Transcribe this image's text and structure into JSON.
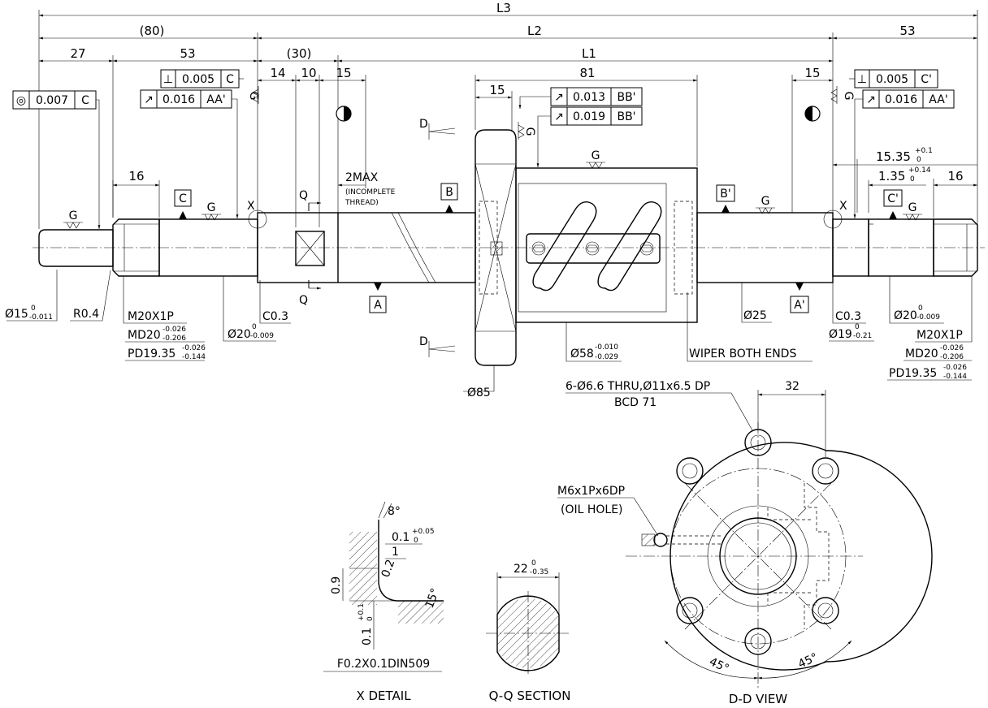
{
  "dimensions": {
    "L3": "L3",
    "L2": "L2",
    "L1": "L1",
    "d80": "(80)",
    "d53a": "53",
    "d53b": "53",
    "d27": "27",
    "d30": "(30)",
    "d14": "14",
    "d10": "10",
    "d15a": "15",
    "d15b": "15",
    "d15c": "15",
    "d81": "81",
    "d16a": "16",
    "d16b": "16",
    "d32": "32",
    "d1535": "15.35",
    "d1535_tol_up": "+0.1",
    "d1535_tol_lo": "0",
    "d135": "1.35",
    "d135_tol_up": "+0.14",
    "d135_tol_lo": "0"
  },
  "tolerance_frames": {
    "conc_left": {
      "symbol": "◎",
      "value": "0.007",
      "datum": "C"
    },
    "perp_left": {
      "symbol": "⊥",
      "value": "0.005",
      "datum": "C"
    },
    "runout_left": {
      "symbol": "↗",
      "value": "0.016",
      "datum": "AA'"
    },
    "runout_nut1": {
      "symbol": "↗",
      "value": "0.013",
      "datum": "BB'"
    },
    "runout_nut2": {
      "symbol": "↗",
      "value": "0.019",
      "datum": "BB'"
    },
    "perp_right": {
      "symbol": "⊥",
      "value": "0.005",
      "datum": "C'"
    },
    "runout_right": {
      "symbol": "↗",
      "value": "0.016",
      "datum": "AA'"
    }
  },
  "datums": {
    "A": "A",
    "A2": "A'",
    "B": "B",
    "B2": "B'",
    "C": "C",
    "C2": "C'"
  },
  "surface": {
    "G": "G"
  },
  "callouts": {
    "dia15": "Ø15",
    "dia15_up": "0",
    "dia15_lo": "-0.011",
    "r04": "R0.4",
    "m20_left": "M20X1P",
    "md20_left": "MD20",
    "md20_left_up": "-0.026",
    "md20_left_lo": "-0.206",
    "pd_left": "PD19.35",
    "pd_left_up": "-0.026",
    "pd_left_lo": "-0.144",
    "c03_left": "C0.3",
    "dia20_left": "Ø20",
    "dia20_left_up": "0",
    "dia20_left_lo": "-0.009",
    "twomax": "2MAX",
    "incomplete1": "(INCOMPLETE",
    "incomplete2": "THREAD)",
    "dia58": "Ø58",
    "dia58_up": "-0.010",
    "dia58_lo": "-0.029",
    "dia85": "Ø85",
    "wiper": "WIPER BOTH ENDS",
    "dia25": "Ø25",
    "c03_right": "C0.3",
    "dia19": "Ø19",
    "dia19_up": "0",
    "dia19_lo": "-0.21",
    "dia20_right": "Ø20",
    "dia20_right_up": "0",
    "dia20_right_lo": "-0.009",
    "m20_right": "M20X1P",
    "md20_right": "MD20",
    "md20_right_up": "-0.026",
    "md20_right_lo": "-0.206",
    "pd_right": "PD19.35",
    "pd_right_up": "-0.026",
    "pd_right_lo": "-0.144",
    "holes": "6-Ø6.6 THRU,Ø11x6.5 DP",
    "bcd": "BCD 71",
    "oil1": "M6x1Px6DP",
    "oil2": "(OIL HOLE)",
    "x_left": "X",
    "x_right": "X",
    "q_top": "Q",
    "q_bot": "Q",
    "d_top": "D",
    "d_bot": "D"
  },
  "x_detail": {
    "angle8": "8°",
    "d01": "0.1",
    "d01_up": "+0.05",
    "d01_lo": "0",
    "d1": "1",
    "d02": "0.2",
    "d09": "0.9",
    "angle15": "15°",
    "d01b": "0.1",
    "d01b_up": "+0.1",
    "d01b_lo": "0",
    "spec": "F0.2X0.1DIN509",
    "title": "X DETAIL"
  },
  "qq_section": {
    "width": "22",
    "width_up": "0",
    "width_lo": "-0.35",
    "title": "Q-Q SECTION"
  },
  "dd_view": {
    "angle_left": "45°",
    "angle_right": "45°",
    "title": "D-D VIEW"
  }
}
